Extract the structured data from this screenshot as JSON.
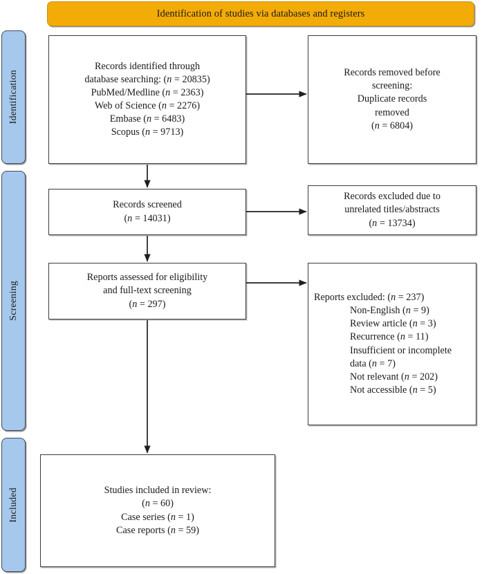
{
  "banner": {
    "title": "Identification of studies via databases and registers",
    "color": "#F3AC07"
  },
  "stages": [
    {
      "id": "identification",
      "label": "Identification",
      "color": "#A5C8EC"
    },
    {
      "id": "screening",
      "label": "Screening",
      "color": "#A5C8EC"
    },
    {
      "id": "included",
      "label": "Included",
      "color": "#A5C8EC"
    }
  ],
  "boxes": {
    "identified": {
      "name": "records-identified",
      "lines": [
        "Records identified through",
        "database searching: (n = 20835)",
        "PubMed/Medline (n = 2363)",
        "Web of Science (n = 2276)",
        "Embase (n = 6483)",
        "Scopus (n = 9713)"
      ]
    },
    "removed": {
      "name": "records-removed-before-screening",
      "lines": [
        "Records removed before",
        "screening:",
        "Duplicate records",
        "removed",
        "(n = 6804)"
      ]
    },
    "screened": {
      "name": "records-screened",
      "lines": [
        "Records screened",
        "(n = 14031)"
      ]
    },
    "excluded_titles": {
      "name": "records-excluded-unrelated",
      "lines": [
        "Records excluded due to",
        "unrelated titles/abstracts",
        "(n = 13734)"
      ]
    },
    "eligibility": {
      "name": "reports-assessed-for-eligibility",
      "lines": [
        "Reports assessed for eligibility",
        "and full-text screening",
        "(n = 297)"
      ]
    },
    "reports_excluded": {
      "name": "reports-excluded",
      "heading": "Reports excluded: (n = 237)",
      "reasons": [
        "Non-English (n = 9)",
        "Review article (n = 3)",
        "Recurrence (n = 11)",
        "Insufficient or incomplete",
        "data (n = 7)",
        "Not relevant (n = 202)",
        "Not accessible (n = 5)"
      ]
    },
    "included": {
      "name": "studies-included-in-review",
      "lines": [
        "Studies included in review:",
        "(n = 60)",
        "Case series (n = 1)",
        "Case reports (n = 59)"
      ]
    }
  },
  "counts": {
    "records_identified_total": 20835,
    "pubmed_medline": 2363,
    "web_of_science": 2276,
    "embase": 6483,
    "scopus": 9713,
    "duplicates_removed": 6804,
    "records_screened": 14031,
    "records_excluded_titles": 13734,
    "reports_assessed": 297,
    "reports_excluded_total": 237,
    "non_english": 9,
    "review_article": 3,
    "recurrence": 11,
    "insufficient_data": 7,
    "not_relevant": 202,
    "not_accessible": 5,
    "studies_included": 60,
    "case_series": 1,
    "case_reports": 59
  }
}
